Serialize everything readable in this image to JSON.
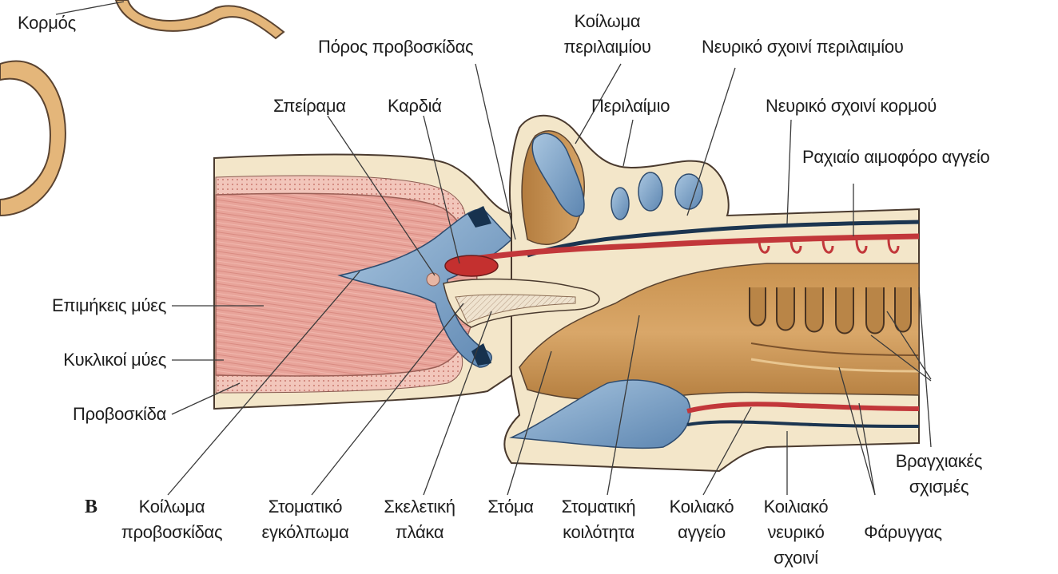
{
  "figure_letter": "B",
  "labels": {
    "trunk": "Κορμός",
    "proboscis_pore": "Πόρος προβοσκίδας",
    "collar_coelom_1": "Κοίλωμα",
    "collar_coelom_2": "περιλαιμίου",
    "collar_nerve_cord": "Νευρικό σχοινί περιλαιμίου",
    "glomerulus": "Σπείραμα",
    "heart": "Καρδιά",
    "collar": "Περιλαίμιο",
    "trunk_nerve_cord": "Νευρικό σχοινί κορμού",
    "dorsal_vessel": "Ραχιαίο αιμοφόρο αγγείο",
    "longitudinal_muscles": "Επιμήκεις μύες",
    "circular_muscles": "Κυκλικοί μύες",
    "proboscis": "Προβοσκίδα",
    "gill_slits_1": "Βραγχιακές",
    "gill_slits_2": "σχισμές",
    "proboscis_coelom_1": "Κοίλωμα",
    "proboscis_coelom_2": "προβοσκίδας",
    "buccal_diverticulum_1": "Στοματικό",
    "buccal_diverticulum_2": "εγκόλπωμα",
    "skeletal_plate_1": "Σκελετική",
    "skeletal_plate_2": "πλάκα",
    "mouth": "Στόμα",
    "buccal_cavity_1": "Στοματική",
    "buccal_cavity_2": "κοιλότητα",
    "ventral_vessel_1": "Κοιλιακό",
    "ventral_vessel_2": "αγγείο",
    "ventral_nerve_cord_1": "Κοιλιακό",
    "ventral_nerve_cord_2": "νευρικό",
    "ventral_nerve_cord_3": "σχοινί",
    "pharynx": "Φάρυγγας"
  }
}
